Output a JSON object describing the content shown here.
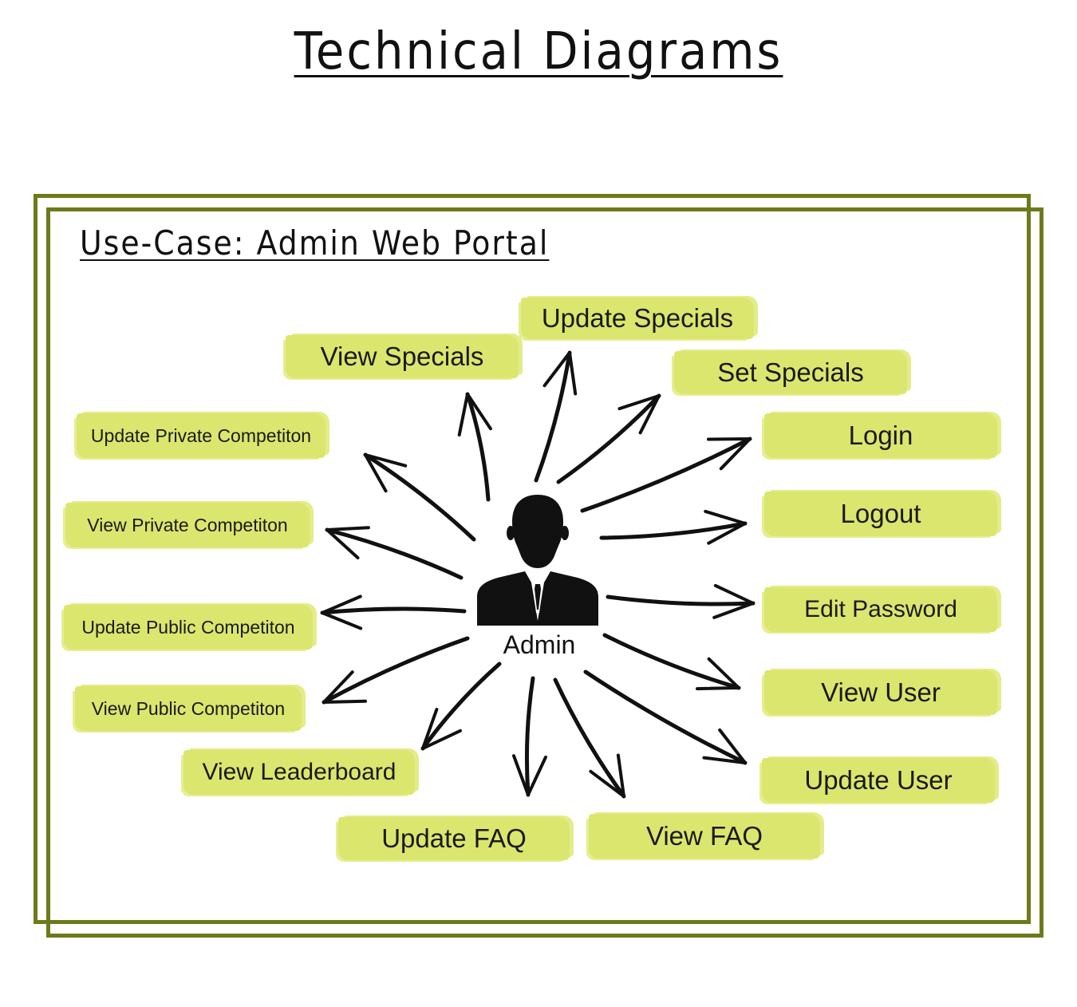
{
  "title": "Technical Diagrams",
  "section_title": "Use-Case: Admin Web Portal",
  "actor": {
    "label": "Admin"
  },
  "use_cases": [
    "Update Specials",
    "View Specials",
    "Set Specials",
    "Update Private Competiton",
    "Login",
    "View Private Competiton",
    "Logout",
    "Update Public Competiton",
    "Edit Password",
    "View Public Competiton",
    "View User",
    "View Leaderboard",
    "Update User",
    "Update FAQ",
    "View FAQ"
  ],
  "colors": {
    "frame": "#6e7a1a",
    "highlight": "#dbe66e",
    "ink": "#111111"
  }
}
